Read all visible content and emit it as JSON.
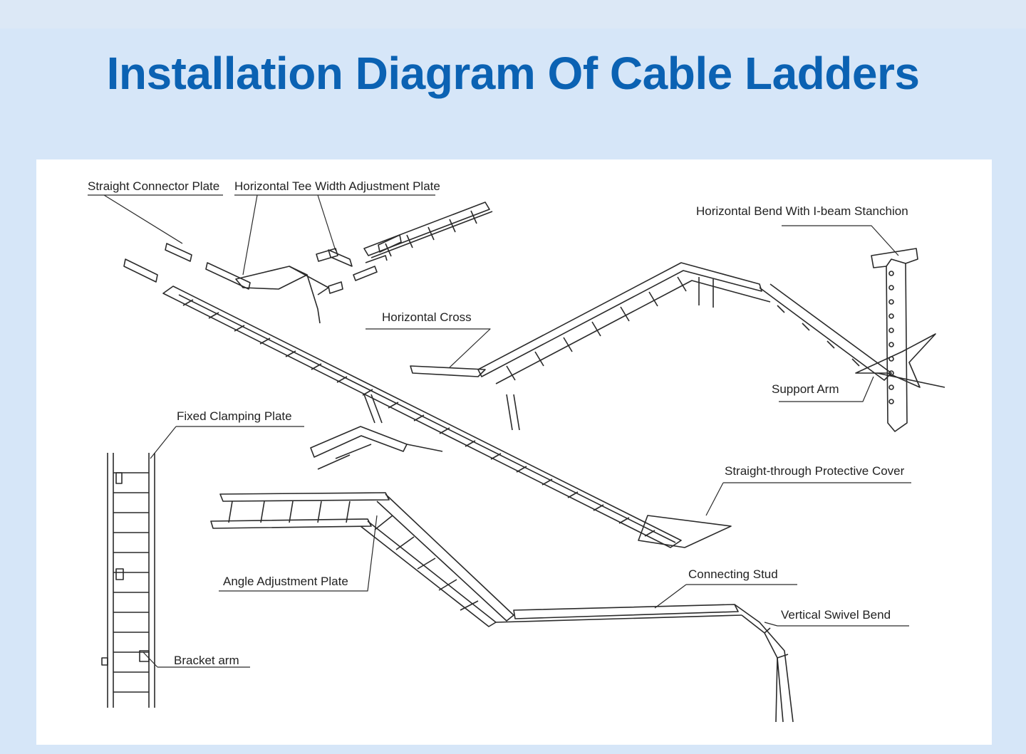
{
  "title": "Installation Diagram Of Cable Ladders",
  "colors": {
    "background": "#d6e6f8",
    "title": "#0b62b3",
    "panel": "#ffffff",
    "line": "#2a2a2a"
  },
  "labels": {
    "straight_connector_plate": "Straight Connector Plate",
    "horizontal_tee_width_adjustment_plate": "Horizontal Tee Width Adjustment Plate",
    "horizontal_bend_with_ibeam_stanchion": "Horizontal Bend With I-beam Stanchion",
    "horizontal_cross": "Horizontal Cross",
    "support_arm": "Support Arm",
    "fixed_clamping_plate": "Fixed Clamping Plate",
    "straight_through_protective_cover": "Straight-through Protective Cover",
    "angle_adjustment_plate": "Angle Adjustment Plate",
    "connecting_stud": "Connecting Stud",
    "vertical_swivel_bend": "Vertical Swivel Bend",
    "bracket_arm": "Bracket arm"
  }
}
